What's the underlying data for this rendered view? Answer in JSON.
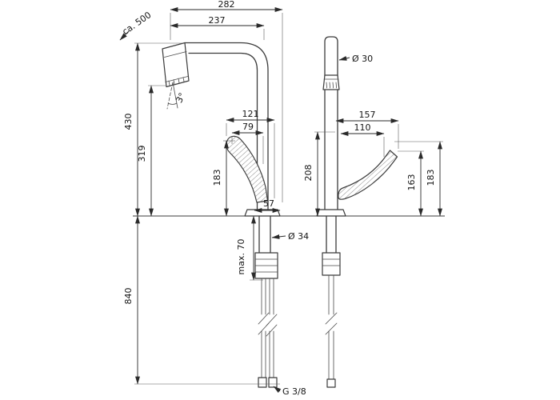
{
  "drawing": {
    "labels": {
      "overall_width": "282",
      "spout_reach": "237",
      "pullout_hose": "ca. 500",
      "overall_height": "430",
      "spout_outlet_height": "319",
      "spray_angle": "3°",
      "handle_reach_outer": "121",
      "handle_reach_inner": "79",
      "handle_height_front": "183",
      "base_depth": "57",
      "spout_diameter": "Ø 30",
      "handle_width_outer": "157",
      "handle_width_inner": "110",
      "body_height": "208",
      "handle_pivot_height": "163",
      "handle_top_height": "183",
      "shank_diameter": "Ø 34",
      "max_deck_thickness": "max. 70",
      "hose_length_below": "840",
      "connection_thread": "G 3/8"
    }
  }
}
